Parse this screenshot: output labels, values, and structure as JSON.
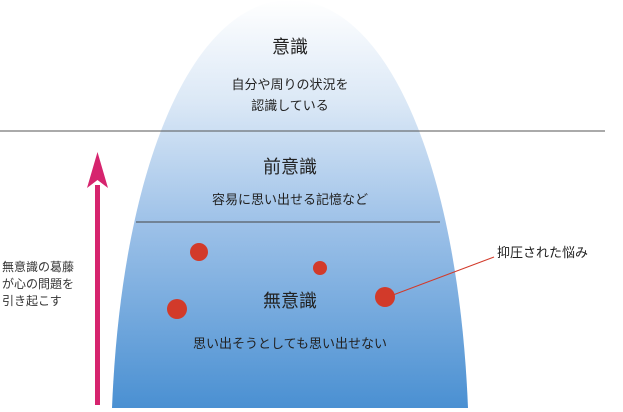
{
  "layers": {
    "conscious": {
      "title": "意識",
      "line1": "自分や周りの状況を",
      "line2": "認識している"
    },
    "preconscious": {
      "title": "前意識",
      "desc": "容易に思い出せる記憶など"
    },
    "unconscious": {
      "title": "無意識",
      "desc": "思い出そうとしても思い出せない"
    }
  },
  "side_note": "無意識の葛藤\nが心の問題を\n引き起こす",
  "callout": "抑圧された悩み",
  "colors": {
    "mound_top": "#ffffff",
    "mound_bottom": "#4a90d2",
    "arrow": "#d6246e",
    "dots": "#d23a2a",
    "lines": "#555555",
    "callout_line": "#d23a2a"
  }
}
